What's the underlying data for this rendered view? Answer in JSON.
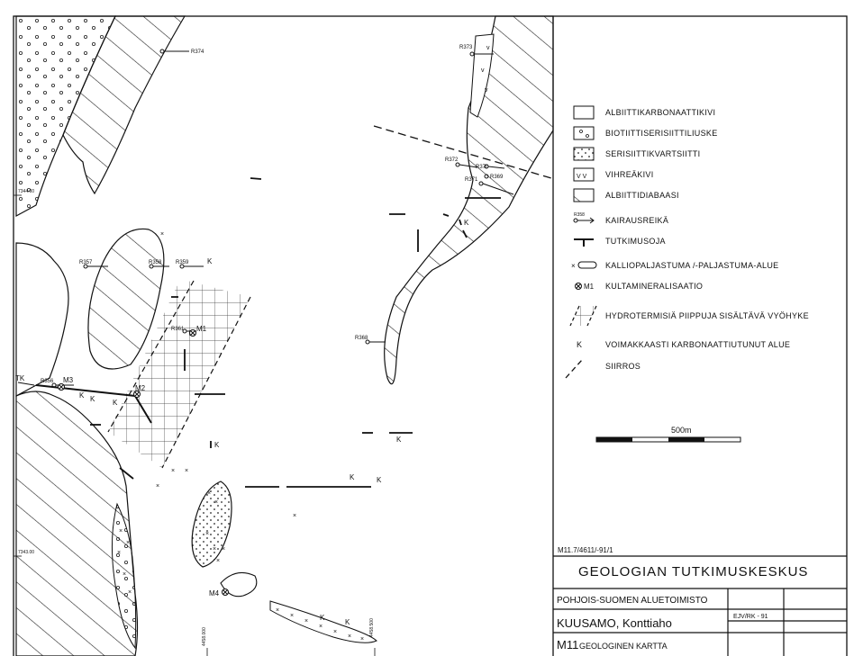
{
  "map": {
    "northing_labels": [
      "7344.00",
      "7343.00"
    ],
    "easting_labels": [
      "4458.000",
      "4458.500"
    ],
    "drillholes": [
      "R374",
      "R373",
      "R372",
      "R370",
      "R369",
      "R371",
      "R357",
      "R358",
      "R359",
      "R361",
      "R356",
      "R368"
    ],
    "mineralizations": [
      "M1",
      "M2",
      "M3",
      "M4"
    ],
    "strong_carbonate_mark": "K",
    "tk_label": "TK"
  },
  "legend": {
    "items": [
      {
        "id": "albiitti",
        "label": "ALBIITTIKARBONAATTIKIVI"
      },
      {
        "id": "biotiitti",
        "label": "BIOTIITTISERISIITTILIUSKE"
      },
      {
        "id": "serisiitti",
        "label": "SERISIITTIKVARTSIITTI"
      },
      {
        "id": "vihreakivi",
        "label": "VIHREÄKIVI"
      },
      {
        "id": "diabaasi",
        "label": "ALBIITTIDIABAASI"
      },
      {
        "id": "kairausreika",
        "label": "KAIRAUSREIKÄ"
      },
      {
        "id": "tutkimusoja",
        "label": "TUTKIMUSOJA"
      },
      {
        "id": "kalliopaljastuma",
        "label": "KALLIOPALJASTUMA /-PALJASTUMA-ALUE"
      },
      {
        "id": "kultamineralisaatio",
        "label": "KULTAMINERALISAATIO"
      },
      {
        "id": "hydrotermisia",
        "label": "HYDROTERMISIÄ PIIPPUJA SISÄLTÄVÄ VYÖHYKE"
      },
      {
        "id": "karbonaatti",
        "label": "VOIMAKKAASTI KARBONAATTIUTUNUT ALUE"
      },
      {
        "id": "siirros",
        "label": "SIIRROS"
      }
    ],
    "sample_labels": {
      "drillhole": "R358",
      "gold": "M1",
      "k": "K",
      "vv": "V V"
    },
    "scale_label": "500m"
  },
  "title_block": {
    "ref_code": "M11.7/4611/-91/1",
    "org": "GEOLOGIAN TUTKIMUSKESKUS",
    "office": "POHJOIS-SUOMEN ALUETOIMISTO",
    "author": "EJV/RK - 91",
    "place": "KUUSAMO, Konttiaho",
    "map_id": "M11",
    "map_name": "GEOLOGINEN KARTTA"
  }
}
